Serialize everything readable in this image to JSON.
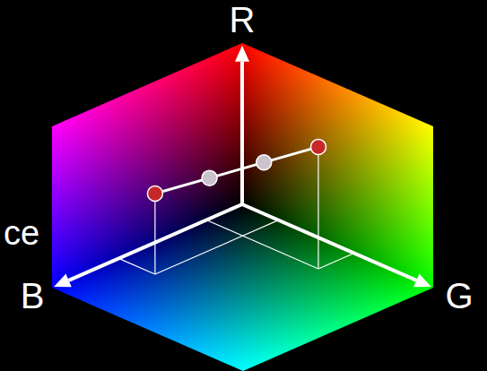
{
  "diagram": {
    "labels": [
      "R",
      "B",
      "G",
      "ce"
    ]
  }
}
